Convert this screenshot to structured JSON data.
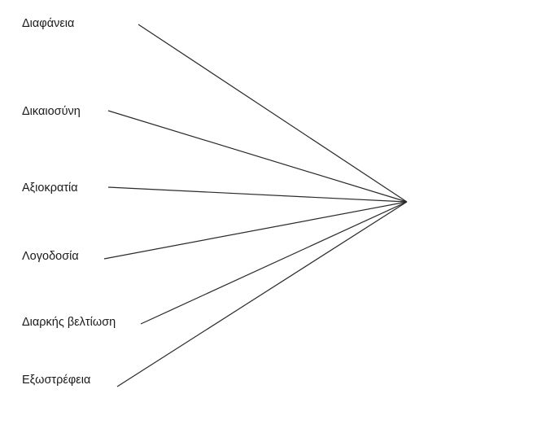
{
  "diagram": {
    "nodes": [
      {
        "label": "Διαφάνεια"
      },
      {
        "label": "Δικαιοσύνη"
      },
      {
        "label": "Αξιοκρατία"
      },
      {
        "label": "Λογοδοσία"
      },
      {
        "label": "Διαρκής βελτίωση"
      },
      {
        "label": "Εξωστρέφεια"
      }
    ],
    "line_color": "#2a2a2a",
    "text_color": "#1a1a1a"
  }
}
